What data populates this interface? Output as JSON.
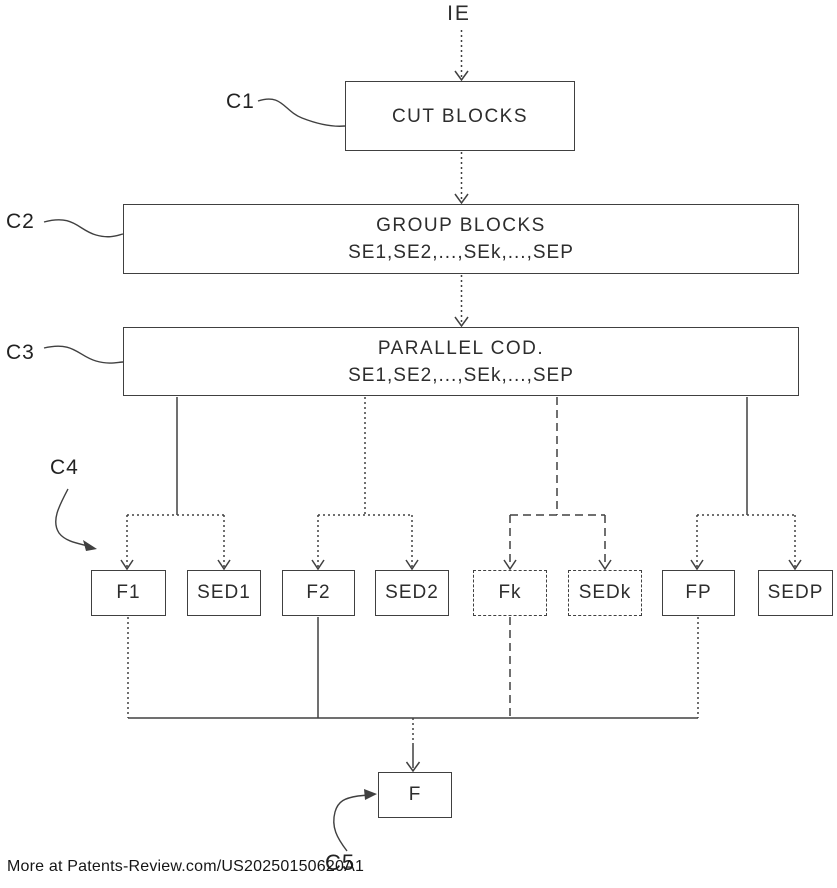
{
  "theme": {
    "line": "#404040",
    "text": "#2d2d2d",
    "bg": "#ffffff"
  },
  "diagram": {
    "input_label": "IE",
    "cut_box": {
      "label": "CUT BLOCKS"
    },
    "group_box": {
      "title": "GROUP BLOCKS",
      "subtitle": "SE1,SE2,...,SEk,...,SEP"
    },
    "parallel_box": {
      "title": "PARALLEL COD.",
      "subtitle": "SE1,SE2,...,SEk,...,SEP"
    },
    "row_boxes": [
      {
        "label": "F1"
      },
      {
        "label": "SED1"
      },
      {
        "label": "F2"
      },
      {
        "label": "SED2"
      },
      {
        "label": "Fk"
      },
      {
        "label": "SEDk"
      },
      {
        "label": "FP"
      },
      {
        "label": "SEDP"
      }
    ],
    "output_box": {
      "label": "F"
    },
    "callouts": {
      "c1": "C1",
      "c2": "C2",
      "c3": "C3",
      "c4": "C4",
      "c5": "C5"
    }
  },
  "footer": {
    "watermark": "More at Patents-Review.com/US20250150620A1"
  }
}
